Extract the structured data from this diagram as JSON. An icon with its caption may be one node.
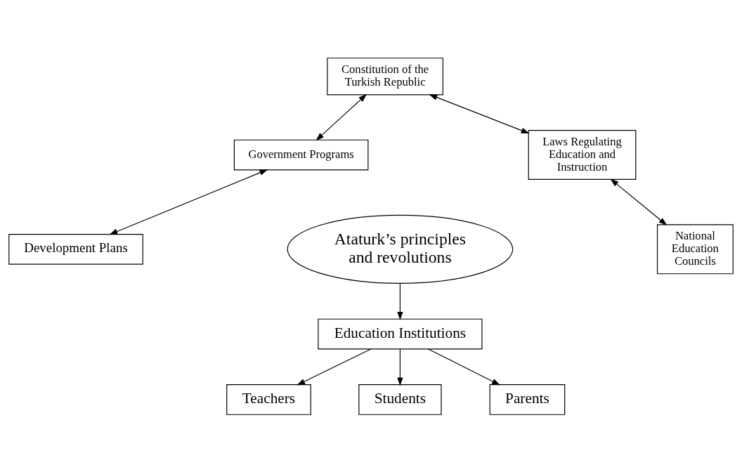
{
  "diagram": {
    "nodes": [
      {
        "text": [
          "Constitution of the Turkish Republic"
        ]
      },
      {
        "text": [
          "Government Programs"
        ]
      },
      {
        "text": [
          "Laws Regulating Education and Instruction"
        ]
      },
      {
        "text": [
          "Development Plans"
        ]
      },
      {
        "text": [
          "Ataturk’s principles and revolutions"
        ]
      },
      {
        "text": [
          "National Education Councils"
        ]
      },
      {
        "text": [
          "Education Institutions"
        ]
      },
      {
        "text": [
          "Teachers"
        ]
      },
      {
        "text": [
          "Students"
        ]
      },
      {
        "text": [
          "Parents"
        ]
      }
    ],
    "edges": [
      {
        "from": 0,
        "to": 1,
        "arrow": "both"
      },
      {
        "from": 0,
        "to": 2,
        "arrow": "both"
      },
      {
        "from": 1,
        "to": 3,
        "arrow": "both"
      },
      {
        "from": 2,
        "to": 5,
        "arrow": "both"
      },
      {
        "from": 4,
        "to": 6,
        "arrow": "to"
      },
      {
        "from": 6,
        "to": 7,
        "arrow": "to"
      },
      {
        "from": 6,
        "to": 8,
        "arrow": "to"
      },
      {
        "from": 6,
        "to": 9,
        "arrow": "to"
      }
    ]
  }
}
